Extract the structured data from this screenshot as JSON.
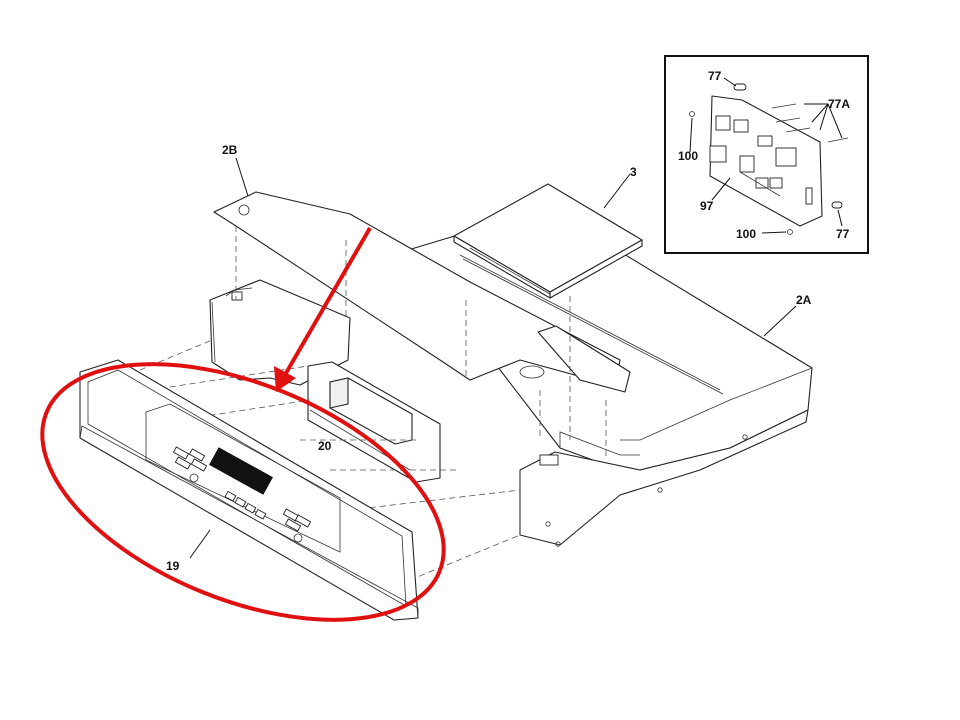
{
  "labels": {
    "part_2b": "2B",
    "part_3": "3",
    "part_2a": "2A",
    "part_20": "20",
    "part_19": "19",
    "inset_77_top": "77",
    "inset_77a": "77A",
    "inset_100_left": "100",
    "inset_97": "97",
    "inset_100_bottom": "100",
    "inset_77_bottom": "77"
  },
  "colors": {
    "highlight": "#e01010",
    "line": "#222222",
    "display": "#111111"
  }
}
